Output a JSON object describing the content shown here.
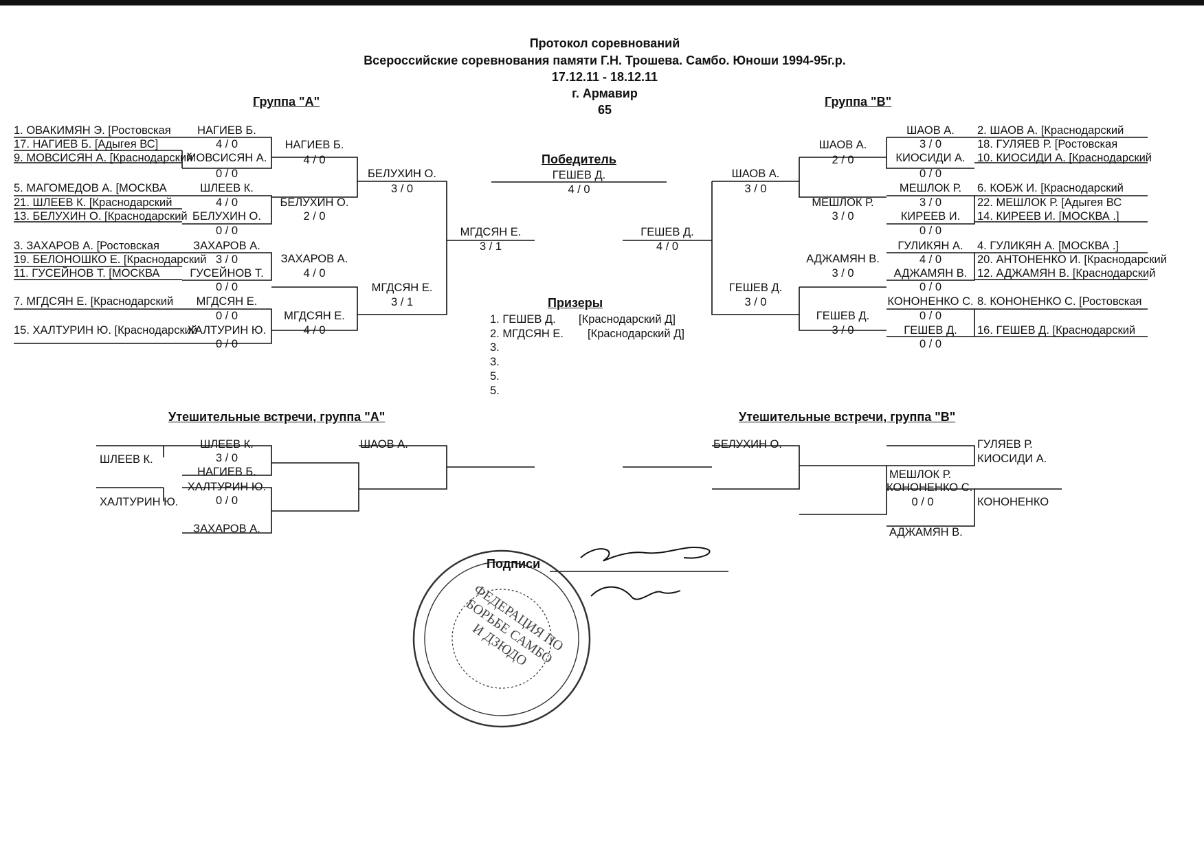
{
  "header": {
    "title": "Протокол соревнований",
    "subtitle": "Всероссийские соревнования памяти Г.Н. Трошева. Самбо. Юноши 1994-95г.р.",
    "dates": "17.12.11 - 18.12.11",
    "city": "г. Армавир",
    "weight": "65"
  },
  "group_a": {
    "title": "Группа  \"А\"",
    "entries": [
      "1. ОВАКИМЯН Э.  [Ростовская",
      "17. НАГИЕВ Б.  [Адыгея  ВС]",
      "9. МОВСИСЯН А.  [Краснодарский",
      "5. МАГОМЕДОВ А.  [МОСКВА",
      "21. ШЛЕЕВ К.  [Краснодарский",
      "13. БЕЛУХИН О.  [Краснодарский",
      "3. ЗАХАРОВ А.  [Ростовская",
      "19. БЕЛОНОШКО Е.  [Краснодарский",
      "11. ГУСЕЙНОВ Т.  [МОСКВА",
      "7. МГДСЯН Е.  [Краснодарский",
      "15. ХАЛТУРИН Ю.  [Краснодарский"
    ],
    "r1": [
      {
        "name": "НАГИЕВ Б.",
        "score": "4  /  0"
      },
      {
        "name": "МОВСИСЯН А.",
        "score": "0  /  0"
      },
      {
        "name": "ШЛЕЕВ К.",
        "score": "4  /  0"
      },
      {
        "name": "БЕЛУХИН О.",
        "score": "0  /  0"
      },
      {
        "name": "ЗАХАРОВ А.",
        "score": "3  /  0"
      },
      {
        "name": "ГУСЕЙНОВ Т.",
        "score": "0  /  0"
      },
      {
        "name": "МГДСЯН Е.",
        "score": "0  /  0"
      },
      {
        "name": "ХАЛТУРИН Ю.",
        "score": "0  /  0"
      }
    ],
    "r2": [
      {
        "name": "НАГИЕВ Б.",
        "score": "4  /  0"
      },
      {
        "name": "БЕЛУХИН О.",
        "score": "2  /  0"
      },
      {
        "name": "ЗАХАРОВ А.",
        "score": "4  /  0"
      },
      {
        "name": "МГДСЯН Е.",
        "score": "4  /  0"
      }
    ],
    "r3": [
      {
        "name": "БЕЛУХИН О.",
        "score": "3  /  0"
      },
      {
        "name": "МГДСЯН Е.",
        "score": "3  /  1"
      }
    ],
    "final": {
      "name": "МГДСЯН Е.",
      "score": "3  /  1"
    }
  },
  "group_b": {
    "title": "Группа  \"В\"",
    "entries": [
      "2. ШАОВ А.  [Краснодарский",
      "18. ГУЛЯЕВ Р.  [Ростовская",
      "10. КИОСИДИ А.  [Краснодарский",
      "6. КОБЖ И.  [Краснодарский",
      "22. МЕШЛОК Р.  [Адыгея  ВС",
      "14. КИРЕЕВ И.  [МОСКВА  .]",
      "4. ГУЛИКЯН А.  [МОСКВА  .]",
      "20. АНТОНЕНКО И.  [Краснодарский",
      "12. АДЖАМЯН В.  [Краснодарский",
      "8. КОНОНЕНКО С.  [Ростовская",
      "16. ГЕШЕВ Д.  [Краснодарский"
    ],
    "r1": [
      {
        "name": "ШАОВ А.",
        "score": "3  /  0"
      },
      {
        "name": "КИОСИДИ А.",
        "score": "0  /  0"
      },
      {
        "name": "МЕШЛОК Р.",
        "score": "3  /  0"
      },
      {
        "name": "КИРЕЕВ И.",
        "score": "0  /  0"
      },
      {
        "name": "ГУЛИКЯН А.",
        "score": "4  /  0"
      },
      {
        "name": "АДЖАМЯН В.",
        "score": "0  /  0"
      },
      {
        "name": "КОНОНЕНКО С.",
        "score": "0  /  0"
      },
      {
        "name": "ГЕШЕВ Д.",
        "score": "0  /  0"
      }
    ],
    "r2": [
      {
        "name": "ШАОВ А.",
        "score": "2  /  0"
      },
      {
        "name": "МЕШЛОК Р.",
        "score": "3  /  0"
      },
      {
        "name": "АДЖАМЯН В.",
        "score": "3  /  0"
      },
      {
        "name": "ГЕШЕВ Д.",
        "score": "3  /  0"
      }
    ],
    "r3": [
      {
        "name": "ШАОВ А.",
        "score": "3  /  0"
      },
      {
        "name": "ГЕШЕВ Д.",
        "score": "3  /  0"
      }
    ],
    "final": {
      "name": "ГЕШЕВ Д.",
      "score": "4  /  0"
    }
  },
  "winner": {
    "title": "Победитель",
    "name": "ГЕШЕВ Д.",
    "score": "4  /  0"
  },
  "prizes": {
    "title": "Призеры",
    "rows": [
      {
        "place": "1. ГЕШЕВ Д.",
        "team": "[Краснодарский  Д]"
      },
      {
        "place": "2. МГДСЯН Е.",
        "team": "[Краснодарский  Д]"
      },
      {
        "place": "3.",
        "team": ""
      },
      {
        "place": "3.",
        "team": ""
      },
      {
        "place": "5.",
        "team": ""
      },
      {
        "place": "5.",
        "team": ""
      }
    ]
  },
  "cons_a": {
    "title": "Утешительные встречи, группа \"А\"",
    "left1": "ШЛЕЕВ К.",
    "left2": "ХАЛТУРИН Ю.",
    "m1_top": "ШЛЕЕВ К.",
    "m1_score": "3  /  0",
    "m1_bottom": "НАГИЕВ Б.",
    "m2_top": "ХАЛТУРИН Ю.",
    "m2_score": "0  /  0",
    "m2_bottom": "ЗАХАРОВ А.",
    "right": "ШАОВ А."
  },
  "cons_b": {
    "title": "Утешительные встречи, группа \"В\"",
    "left": "БЕЛУХИН О.",
    "r1_top": "ГУЛЯЕВ Р.",
    "r1_bottom": "КИОСИДИ А.",
    "m_top": "МЕШЛОК Р.",
    "m_mid": "КОНОНЕНКО С.",
    "m_score": "0  /  0",
    "m_bottom": "АДЖАМЯН В.",
    "right": "КОНОНЕНКО"
  },
  "signatures": {
    "label": "Подписи",
    "stamp_text": "ФЕДЕРАЦИЯ ПО БОРЬБЕ САМБО И ДЗЮДО"
  }
}
